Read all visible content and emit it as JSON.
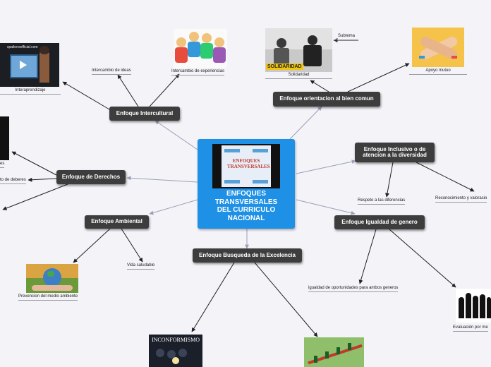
{
  "center": {
    "title_lines": [
      "ENFOQUES",
      "TRANSVERSALES",
      "DEL CURRICULO",
      "NACIONAL"
    ],
    "image_text": "ENFOQUES TRANSVERSALES"
  },
  "nodes": {
    "intercultural": "Enfoque Intercultural",
    "bien_comun": "Enfoque orientacion al bien comun",
    "inclusivo_lines": [
      "Enfoque Inclusivo o de",
      "atencion a la diversidad"
    ],
    "derechos": "Enfoque de Derechos",
    "ambiental": "Enfoque Ambiental",
    "igualdad": "Enfoque Igualdad de genero",
    "excelencia": "Enfoque Busqueda de la Excelencia"
  },
  "leaves": {
    "intercambio_ideas": "Intercambio de ideas",
    "intercambio_experiencias": "Intercambio de experiencias",
    "interaprendizaje": "Interaprendizaje",
    "solidaridad": "Solidaridad",
    "subtema": "Subtema",
    "apoyo_mutuo": "Apoyo mutuo",
    "respeto": "Respeto a las diferencias",
    "reconocimiento": "Reconocimiento y valoracio",
    "deberes": "to de deberes",
    "es": "es",
    "vida_saludable": "Vida saludable",
    "prevencion": "Prevencion del medio ambiente",
    "igualdad_oportunidades": "igualdad de oportunidades para ambos generos",
    "evaluacion": "Evaluación por me"
  },
  "image_text": {
    "video_watermark": "spaikersofficial.com",
    "solidaridad_banner": "SOLIDARIDAD",
    "inconformismo": "INCONFORMISMO"
  },
  "colors": {
    "background": "#f3f3f8",
    "center": "#1e90e6",
    "node": "#3d3d3d",
    "connector_center": "#9aa0b8",
    "connector_leaf": "#222222"
  }
}
